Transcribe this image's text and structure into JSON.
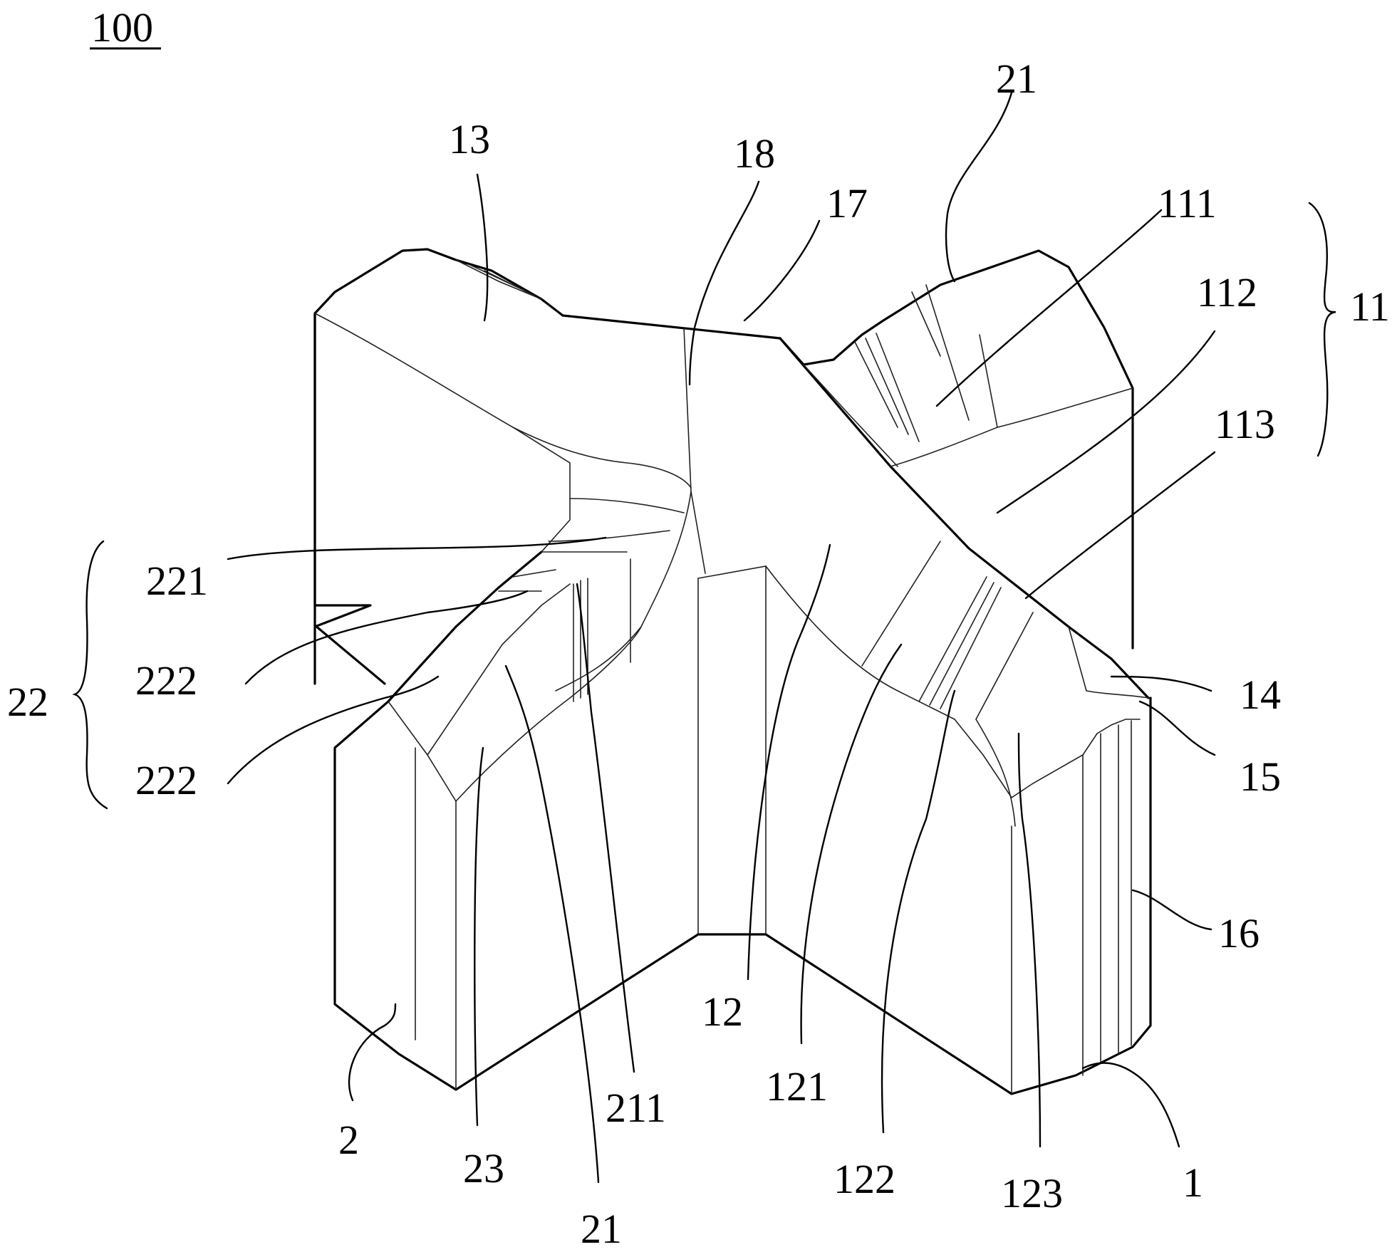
{
  "figure": {
    "title": "100"
  },
  "labels": {
    "l13": "13",
    "l18": "18",
    "l17": "17",
    "l21_top": "21",
    "l111": "111",
    "l112": "112",
    "l113": "113",
    "l11": "11",
    "l221": "221",
    "l222_a": "222",
    "l222_b": "222",
    "l22": "22",
    "l14": "14",
    "l15": "15",
    "l16": "16",
    "l12": "12",
    "l121": "121",
    "l122": "122",
    "l123": "123",
    "l211": "211",
    "l2": "2",
    "l23": "23",
    "l21_bottom": "21",
    "l1": "1"
  }
}
